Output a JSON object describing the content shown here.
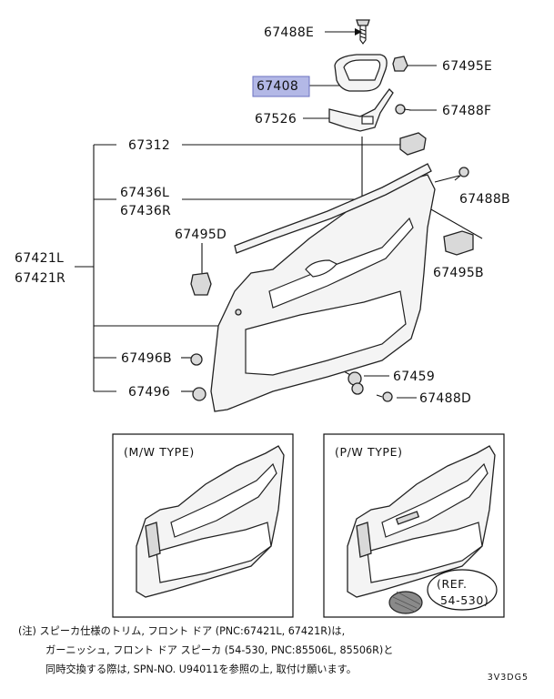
{
  "labels": {
    "p67488E": "67488E",
    "p67495E": "67495E",
    "p67408": "67408",
    "p67488F": "67488F",
    "p67526": "67526",
    "p67312": "67312",
    "p67488B": "67488B",
    "p67436L": "67436L",
    "p67436R": "67436R",
    "p67495D": "67495D",
    "p67421L": "67421L",
    "p67421R": "67421R",
    "p67495B": "67495B",
    "p67496B": "67496B",
    "p67459": "67459",
    "p67496": "67496",
    "p67488D": "67488D"
  },
  "highlight_color": "#b3b8e6",
  "insets": {
    "mw_title": "(M/W TYPE)",
    "pw_title": "(P/W TYPE)",
    "ref_line1": "(REF.",
    "ref_line2": "54-530)"
  },
  "note": {
    "line1": "(注) スピーカ仕様のトリム, フロント ドア (PNC:67421L, 67421R)は,",
    "line2": "ガーニッシュ, フロント ドア スピーカ (54-530, PNC:85506L, 85506R)と",
    "line3": "同時交換する際は, SPN-NO. U94011を参照の上, 取付け願います。"
  },
  "diagram_code": "3V3DG5"
}
